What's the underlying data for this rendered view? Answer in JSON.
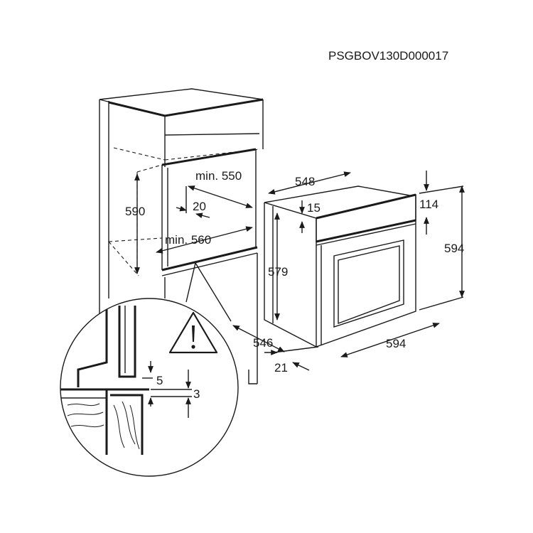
{
  "document_code": "PSGBOV130D000017",
  "cabinet_dimensions": {
    "height_opening": "590",
    "width_min": "min. 550",
    "depth_min": "min. 560",
    "rear_gap": "20"
  },
  "oven_dimensions": {
    "depth_top": "548",
    "top_offset": "15",
    "panel_height": "114",
    "total_height": "594",
    "body_height": "579",
    "depth_bottom": "546",
    "front_thickness": "21",
    "width": "594"
  },
  "detail_dimensions": {
    "gap_front": "5",
    "gap_bottom": "3"
  },
  "icons": {
    "warning": "warning-triangle-icon"
  }
}
